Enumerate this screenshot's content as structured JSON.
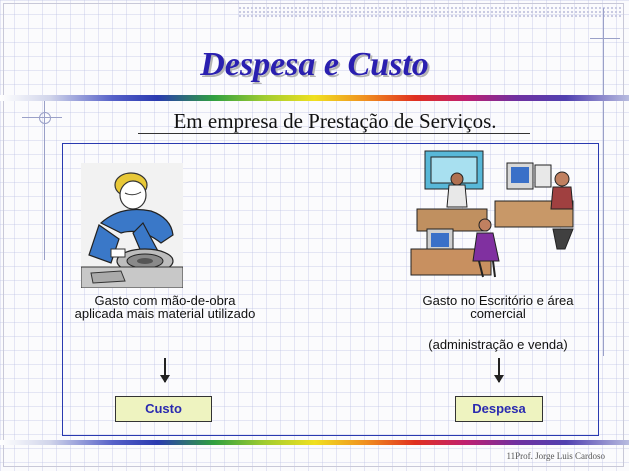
{
  "slide": {
    "title": "Despesa e Custo",
    "subtitle": "Em empresa de Prestação de Serviços.",
    "left": {
      "caption": "Gasto com mão-de-obra aplicada mais material utilizado",
      "result_label": "Custo",
      "image_alt": "worker-clipart"
    },
    "right": {
      "caption": "Gasto no Escritório e área comercial",
      "caption2": "(administração e venda)",
      "result_label": "Despesa",
      "image_alt": "office-clipart"
    },
    "footer": "11Prof. Jorge Luis Cardoso"
  },
  "colors": {
    "title": "#2a1fb0",
    "result_box_bg": "#eef3c0",
    "result_text": "#2a2ab0",
    "panel_border": "#2a3ab0"
  }
}
